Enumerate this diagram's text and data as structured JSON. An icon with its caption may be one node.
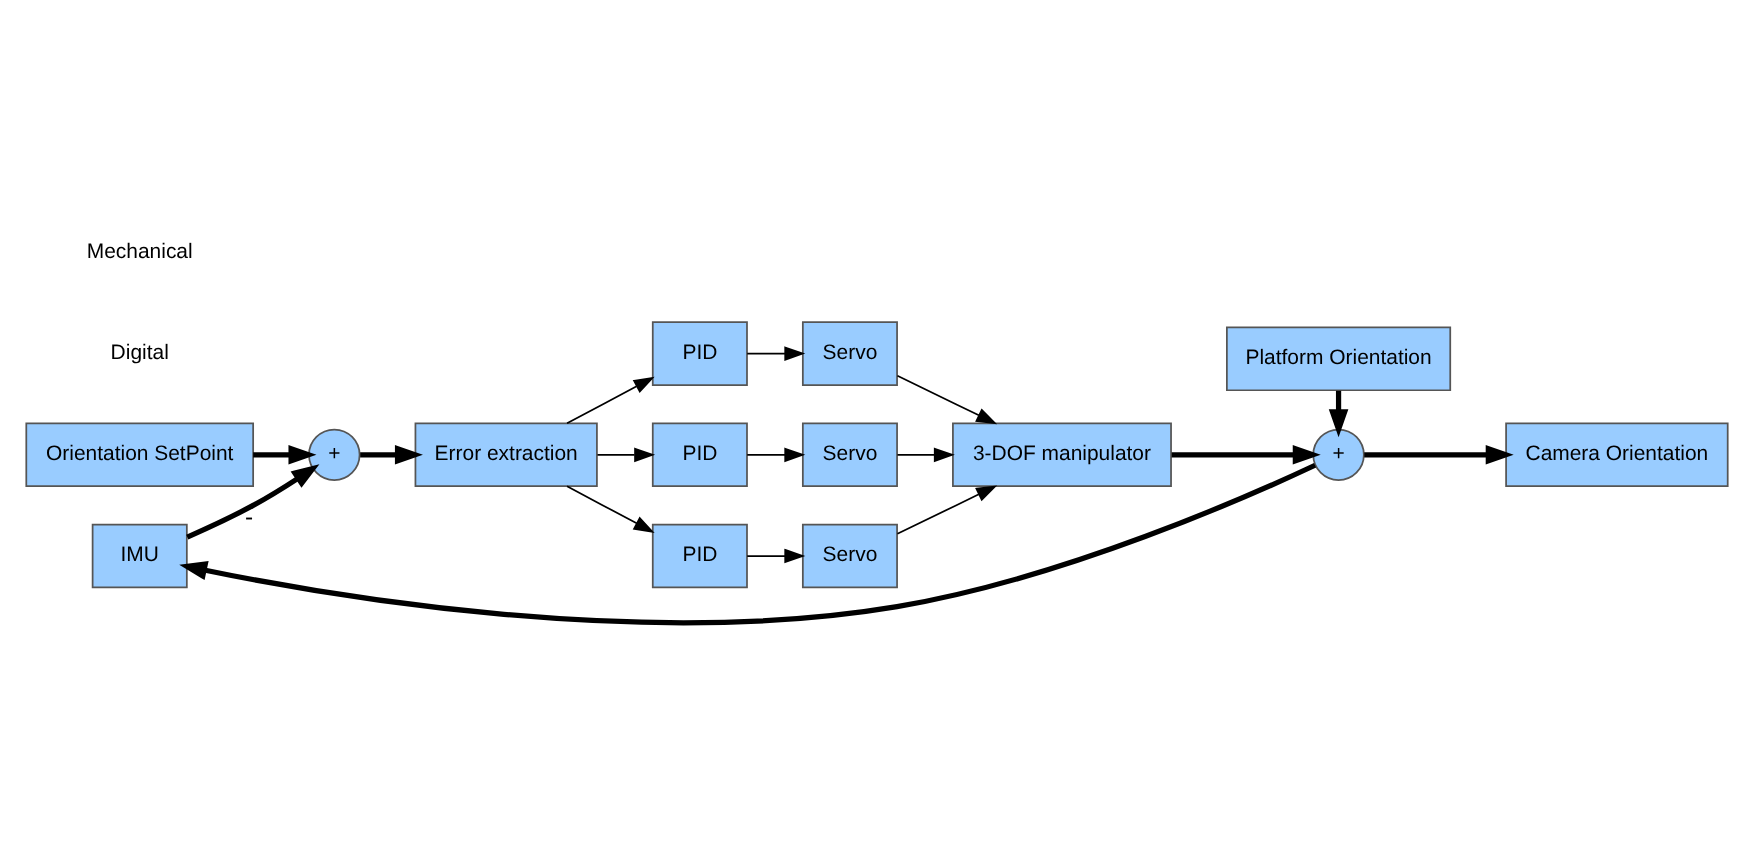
{
  "diagram": {
    "nodes": [
      {
        "text": [
          "Orientation SetPoint"
        ]
      },
      {
        "text": [
          "+"
        ]
      },
      {
        "text": [
          "Error extraction"
        ]
      },
      {
        "text": [
          "PID"
        ]
      },
      {
        "text": [
          "PID"
        ]
      },
      {
        "text": [
          "PID"
        ]
      },
      {
        "text": [
          "Servo"
        ]
      },
      {
        "text": [
          "Servo"
        ]
      },
      {
        "text": [
          "Servo"
        ]
      },
      {
        "text": [
          "3-DOF manipulator"
        ]
      },
      {
        "text": [
          "Platform Orientation"
        ]
      },
      {
        "text": [
          "+"
        ]
      },
      {
        "text": [
          "Camera Orientation"
        ]
      },
      {
        "text": [
          "IMU"
        ]
      }
    ],
    "edges": [
      {
        "from": 0,
        "to": 1,
        "arrow": "to",
        "style": "thick"
      },
      {
        "from": 1,
        "to": 2,
        "arrow": "to",
        "style": "thick"
      },
      {
        "from": 2,
        "to": 3,
        "arrow": "to"
      },
      {
        "from": 2,
        "to": 4,
        "arrow": "to"
      },
      {
        "from": 2,
        "to": 5,
        "arrow": "to"
      },
      {
        "from": 3,
        "to": 6,
        "arrow": "to"
      },
      {
        "from": 4,
        "to": 7,
        "arrow": "to"
      },
      {
        "from": 5,
        "to": 8,
        "arrow": "to"
      },
      {
        "from": 6,
        "to": 9,
        "arrow": "to"
      },
      {
        "from": 7,
        "to": 9,
        "arrow": "to"
      },
      {
        "from": 8,
        "to": 9,
        "arrow": "to"
      },
      {
        "from": 9,
        "to": 11,
        "arrow": "to",
        "style": "thick"
      },
      {
        "from": 10,
        "to": 11,
        "arrow": "to",
        "style": "thick"
      },
      {
        "from": 11,
        "to": 12,
        "arrow": "to",
        "style": "thick"
      },
      {
        "from": 11,
        "to": 13,
        "arrow": "to",
        "style": "thick"
      },
      {
        "from": 13,
        "to": 1,
        "arrow": "to",
        "style": "thick",
        "label": "-"
      }
    ],
    "labels": [
      "Digital",
      "Mechanical"
    ]
  }
}
